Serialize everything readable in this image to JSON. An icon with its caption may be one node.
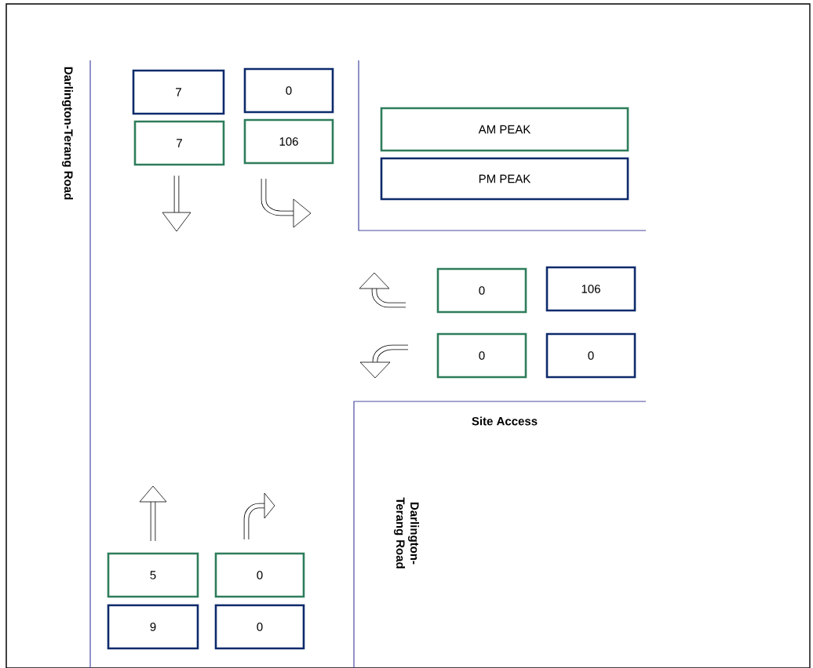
{
  "diagram": {
    "nodes": [
      {
        "text": [
          "7"
        ]
      },
      {
        "text": [
          "0"
        ]
      },
      {
        "text": [
          "7"
        ]
      },
      {
        "text": [
          "106"
        ]
      },
      {
        "text": [
          "0"
        ]
      },
      {
        "text": [
          "106"
        ]
      },
      {
        "text": [
          "0"
        ]
      },
      {
        "text": [
          "0"
        ]
      },
      {
        "text": [
          "5"
        ]
      },
      {
        "text": [
          "0"
        ]
      },
      {
        "text": [
          "9"
        ]
      },
      {
        "text": [
          "0"
        ]
      }
    ],
    "edges": [],
    "labels": [
      "Darlington-Terang Road",
      "Site Access",
      "Darlington-Terang Road"
    ],
    "legend": [
      {
        "text": "AM PEAK",
        "color": "#2e7d5b"
      },
      {
        "text": "PM PEAK",
        "color": "#0d2a6b"
      }
    ]
  }
}
